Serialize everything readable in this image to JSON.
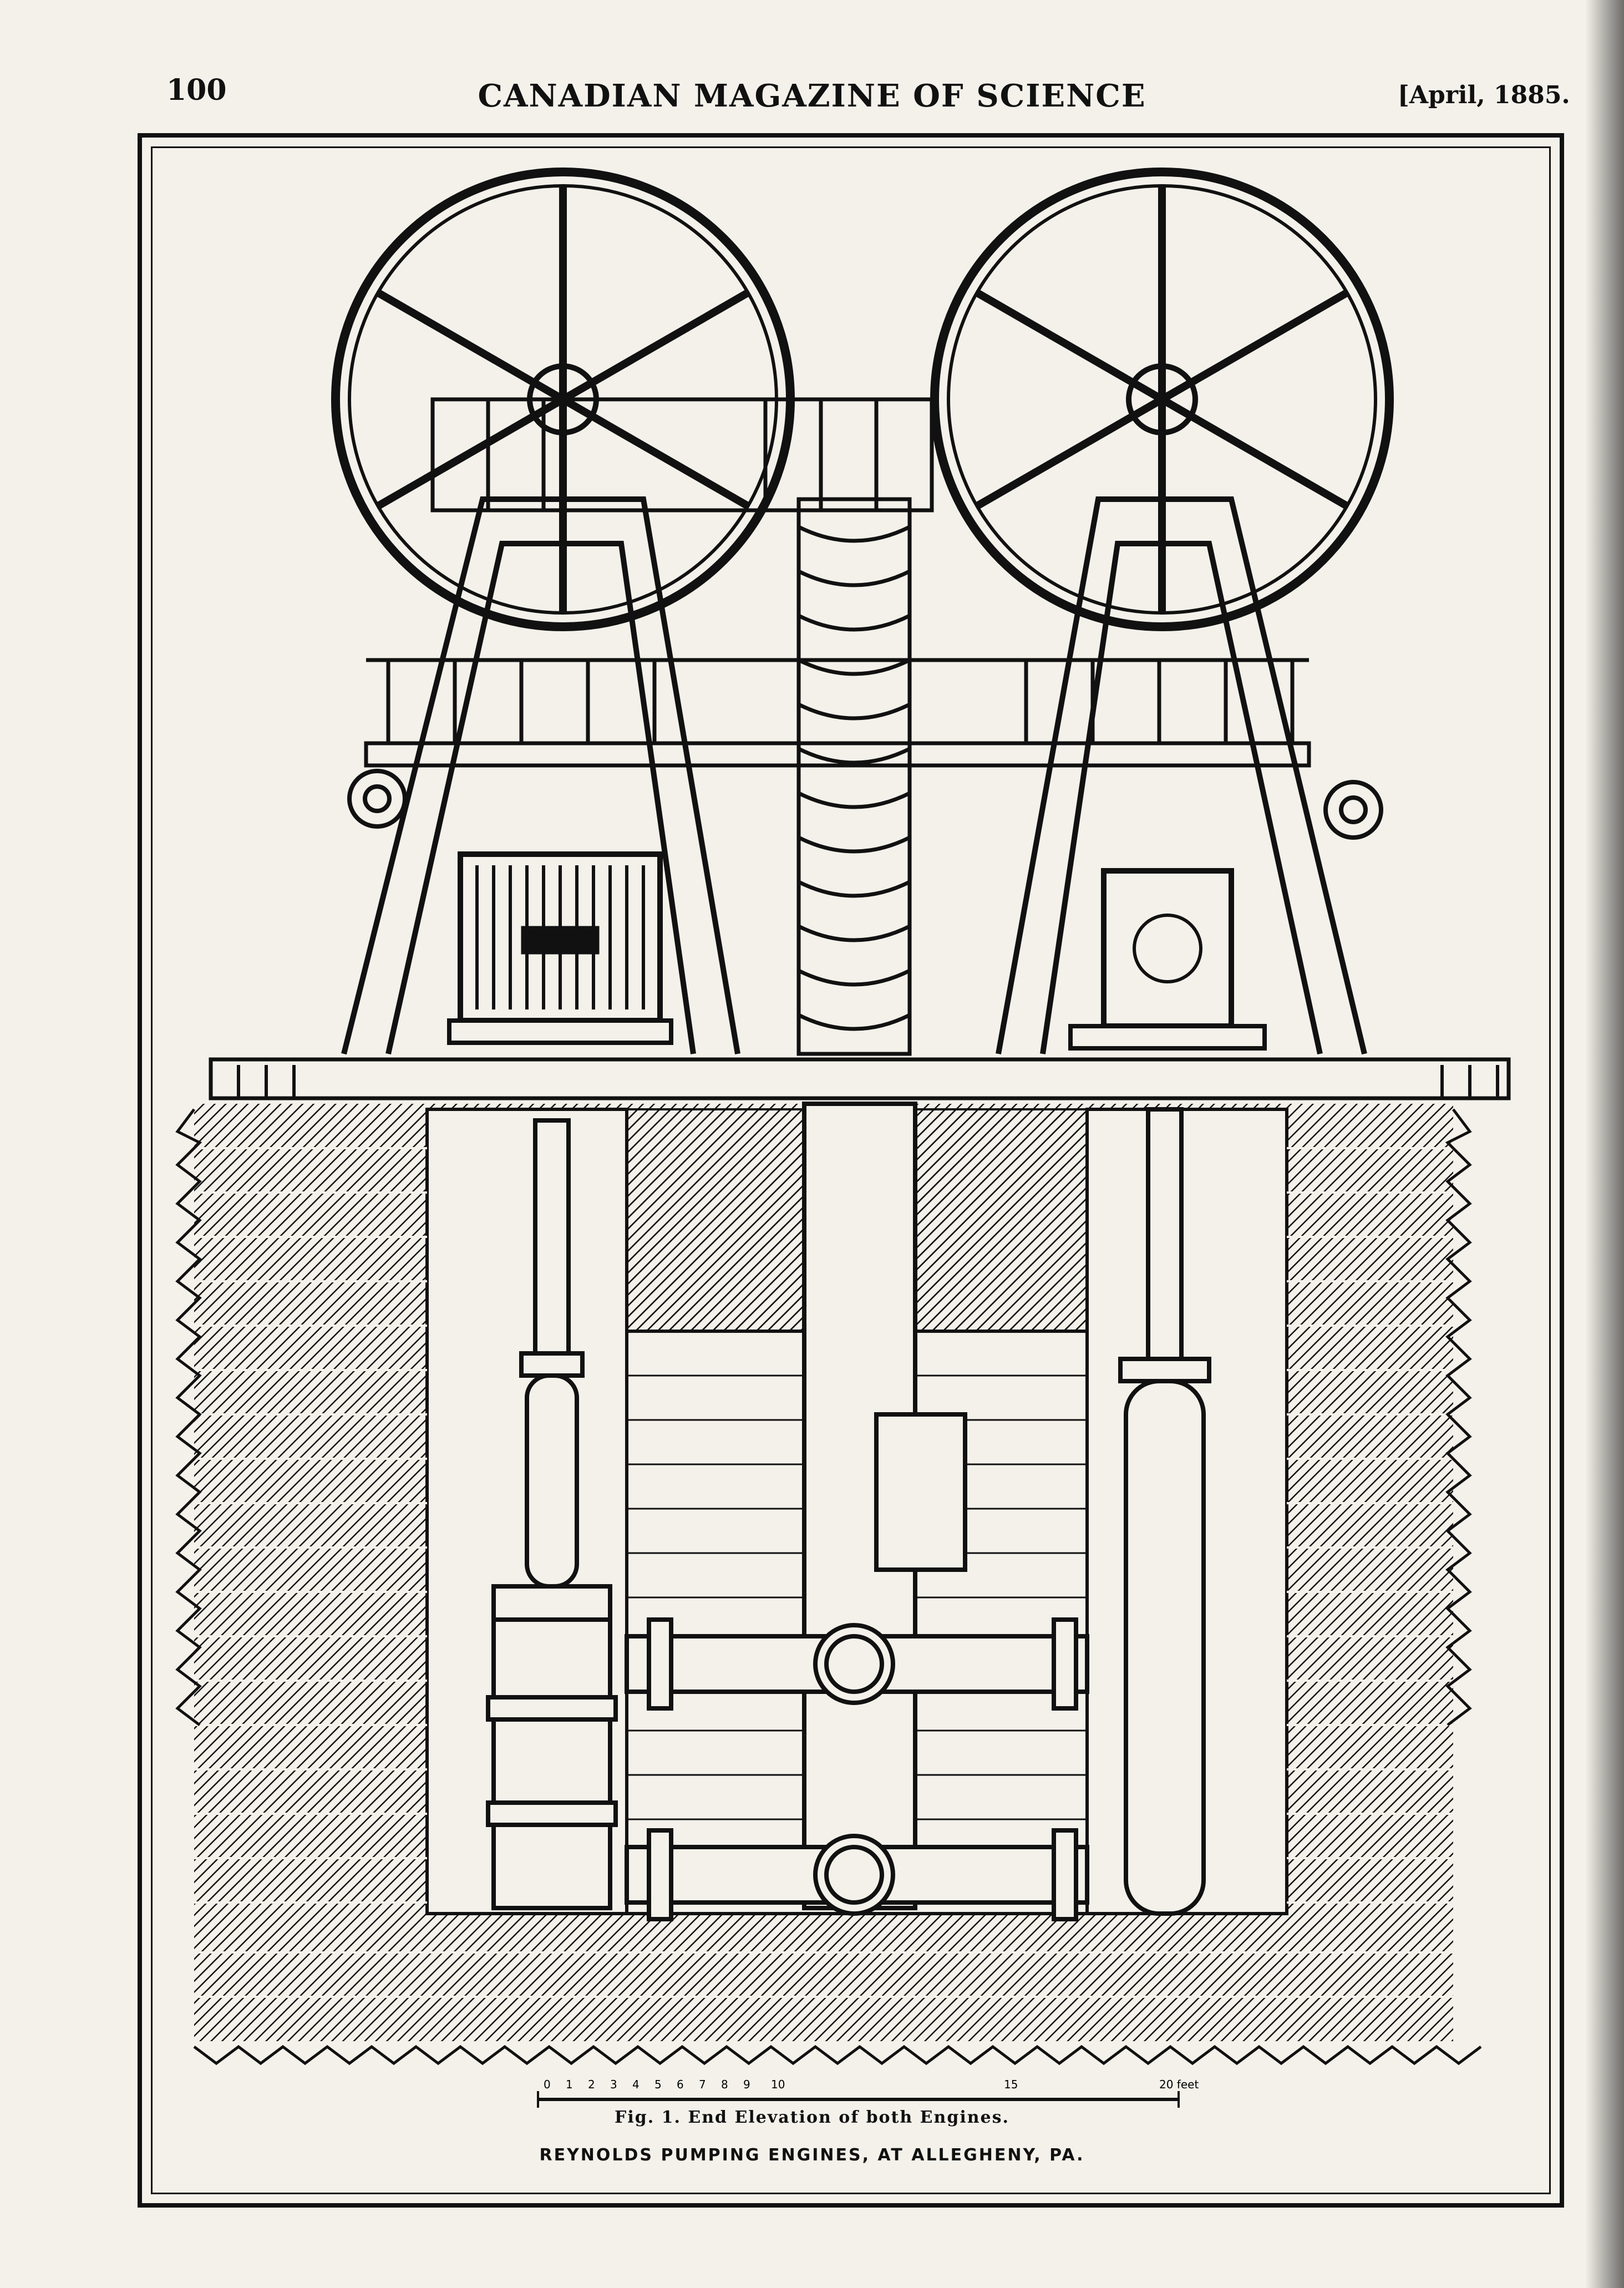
{
  "header": {
    "page_number": "100",
    "running_title": "CANADIAN MAGAZINE OF SCIENCE",
    "issue_date": "[April, 1885."
  },
  "figure": {
    "scale_labels": [
      "0",
      "1",
      "2",
      "3",
      "4",
      "5",
      "6",
      "7",
      "8",
      "9",
      "10",
      "15",
      "20 feet"
    ],
    "caption": "Fig. 1. End Elevation of both Engines.",
    "plate_title": "REYNOLDS PUMPING ENGINES, AT ALLEGHENY, PA."
  }
}
